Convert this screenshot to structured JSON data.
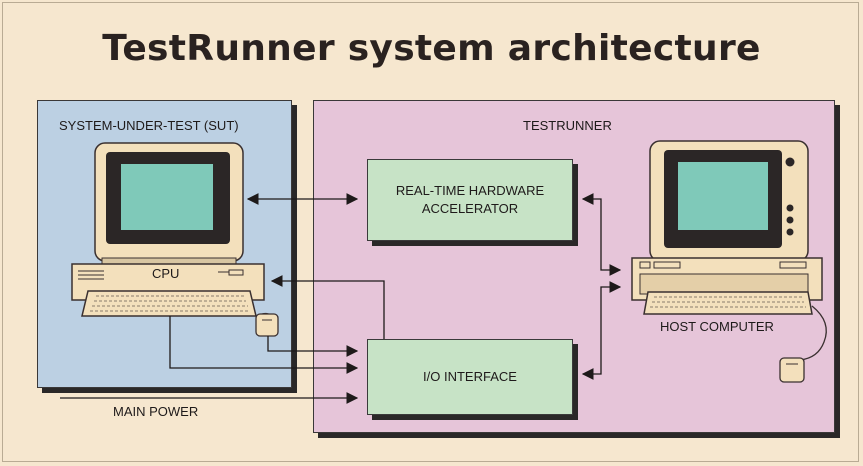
{
  "title": "TestRunner system architecture",
  "panels": {
    "sut": "SYSTEM-UNDER-TEST (SUT)",
    "testrunner": "TESTRUNNER"
  },
  "boxes": {
    "accelerator_line1": "REAL-TIME HARDWARE",
    "accelerator_line2": "ACCELERATOR",
    "io": "I/O INTERFACE"
  },
  "labels": {
    "cpu": "CPU",
    "host": "HOST COMPUTER",
    "power": "MAIN POWER"
  },
  "colors": {
    "background": "#f6e7cf",
    "sut_panel": "#bcd0e3",
    "testrunner_panel": "#e6c5d9",
    "box_fill": "#c7e3c6",
    "screen": "#7fc9b9"
  }
}
